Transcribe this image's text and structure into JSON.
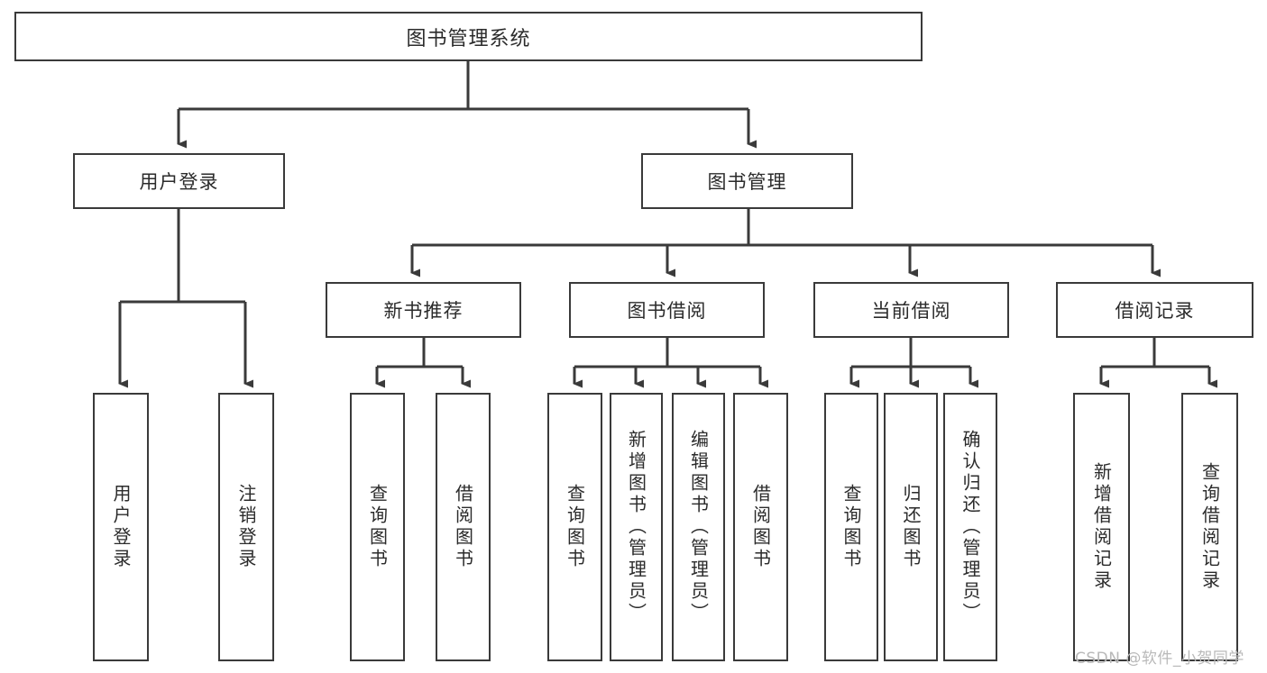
{
  "diagram": {
    "title": "图书管理系统",
    "type": "functional-structure-tree",
    "root": {
      "label": "图书管理系统"
    },
    "level2": [
      {
        "label": "用户登录"
      },
      {
        "label": "图书管理"
      }
    ],
    "level3": [
      {
        "label": "新书推荐"
      },
      {
        "label": "图书借阅"
      },
      {
        "label": "当前借阅"
      },
      {
        "label": "借阅记录"
      }
    ],
    "leaves": {
      "user_login": [
        {
          "label": "用户登录"
        },
        {
          "label": "注销登录"
        }
      ],
      "new_book_recommend": [
        {
          "label": "查询图书"
        },
        {
          "label": "借阅图书"
        }
      ],
      "book_borrow": [
        {
          "label": "查询图书"
        },
        {
          "label": "新增图书（管理员）"
        },
        {
          "label": "编辑图书（管理员）"
        },
        {
          "label": "借阅图书"
        }
      ],
      "current_borrow": [
        {
          "label": "查询图书"
        },
        {
          "label": "归还图书"
        },
        {
          "label": "确认归还（管理员）"
        }
      ],
      "borrow_record": [
        {
          "label": "新增借阅记录"
        },
        {
          "label": "查询借阅记录"
        }
      ]
    }
  },
  "watermark": {
    "text": "CSDN @软件_小贺同学"
  },
  "colors": {
    "stroke": "#3a3a3a",
    "fill": "#ffffff",
    "text": "#2b2b2b",
    "watermark": "#b9b9b9"
  }
}
